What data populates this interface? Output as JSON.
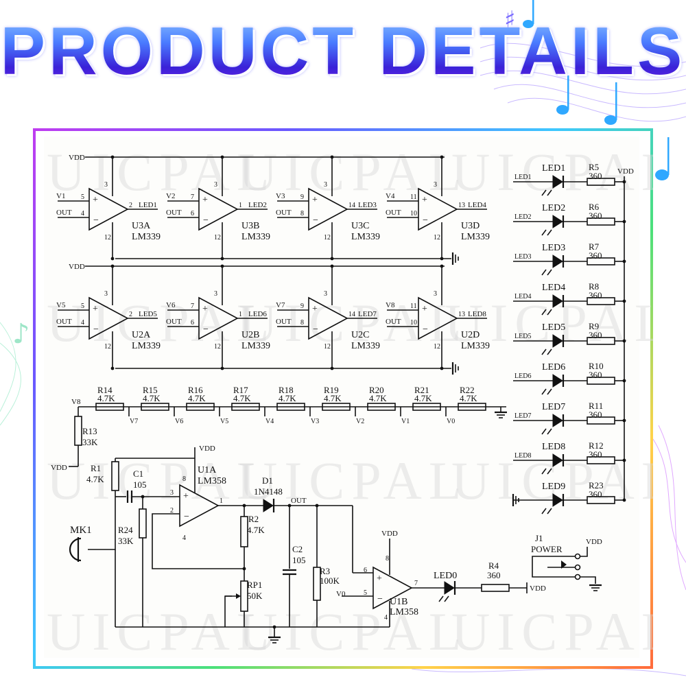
{
  "page": {
    "heading": "PRODUCT DETAILS"
  },
  "watermark": {
    "text": "UICPAL"
  },
  "colors": {
    "heading_top": "#9ad4ff",
    "heading_bottom": "#3a22d8",
    "ink": "#111111",
    "note": "#2fa8ff"
  },
  "schematic": {
    "rails": {
      "vdd": "VDD"
    },
    "comparators": [
      {
        "name": "U3A",
        "part": "LM339",
        "inp": "V1",
        "inm": "OUT",
        "pp": "5",
        "pm": "4",
        "po": "2",
        "out": "LED1",
        "pv": "3",
        "pg": "12"
      },
      {
        "name": "U3B",
        "part": "LM339",
        "inp": "V2",
        "inm": "OUT",
        "pp": "7",
        "pm": "6",
        "po": "1",
        "out": "LED2",
        "pv": "3",
        "pg": "12"
      },
      {
        "name": "U3C",
        "part": "LM339",
        "inp": "V3",
        "inm": "OUT",
        "pp": "9",
        "pm": "8",
        "po": "14",
        "out": "LED3",
        "pv": "3",
        "pg": "12"
      },
      {
        "name": "U3D",
        "part": "LM339",
        "inp": "V4",
        "inm": "OUT",
        "pp": "11",
        "pm": "10",
        "po": "13",
        "out": "LED4",
        "pv": "3",
        "pg": "12"
      },
      {
        "name": "U2A",
        "part": "LM339",
        "inp": "V5",
        "inm": "OUT",
        "pp": "5",
        "pm": "4",
        "po": "2",
        "out": "LED5",
        "pv": "3",
        "pg": "12"
      },
      {
        "name": "U2B",
        "part": "LM339",
        "inp": "V6",
        "inm": "OUT",
        "pp": "7",
        "pm": "6",
        "po": "1",
        "out": "LED6",
        "pv": "3",
        "pg": "12"
      },
      {
        "name": "U2C",
        "part": "LM339",
        "inp": "V7",
        "inm": "OUT",
        "pp": "9",
        "pm": "8",
        "po": "14",
        "out": "LED7",
        "pv": "3",
        "pg": "12"
      },
      {
        "name": "U2D",
        "part": "LM339",
        "inp": "V8",
        "inm": "OUT",
        "pp": "11",
        "pm": "10",
        "po": "13",
        "out": "LED8",
        "pv": "3",
        "pg": "12"
      }
    ],
    "ladder": {
      "start": "V8",
      "resistors": [
        {
          "name": "R14",
          "value": "4.7K"
        },
        {
          "name": "R15",
          "value": "4.7K"
        },
        {
          "name": "R16",
          "value": "4.7K"
        },
        {
          "name": "R17",
          "value": "4.7K"
        },
        {
          "name": "R18",
          "value": "4.7K"
        },
        {
          "name": "R19",
          "value": "4.7K"
        },
        {
          "name": "R20",
          "value": "4.7K"
        },
        {
          "name": "R21",
          "value": "4.7K"
        },
        {
          "name": "R22",
          "value": "4.7K"
        }
      ],
      "taps": [
        "V7",
        "V6",
        "V5",
        "V4",
        "V3",
        "V2",
        "V1",
        "V0"
      ],
      "top_resistor": {
        "name": "R13",
        "value": "33K"
      }
    },
    "led_column": [
      {
        "led": "LED1",
        "net": "LED1",
        "res": "R5",
        "value": "360"
      },
      {
        "led": "LED2",
        "net": "LED2",
        "res": "R6",
        "value": "360"
      },
      {
        "led": "LED3",
        "net": "LED3",
        "res": "R7",
        "value": "360"
      },
      {
        "led": "LED4",
        "net": "LED4",
        "res": "R8",
        "value": "360"
      },
      {
        "led": "LED5",
        "net": "LED5",
        "res": "R9",
        "value": "360"
      },
      {
        "led": "LED6",
        "net": "LED6",
        "res": "R10",
        "value": "360"
      },
      {
        "led": "LED7",
        "net": "LED7",
        "res": "R11",
        "value": "360"
      },
      {
        "led": "LED8",
        "net": "LED8",
        "res": "R12",
        "value": "360"
      },
      {
        "led": "LED9",
        "net": "",
        "res": "R23",
        "value": "360"
      }
    ],
    "amp": {
      "r1": {
        "name": "R1",
        "value": "4.7K"
      },
      "c1": {
        "name": "C1",
        "value": "105"
      },
      "r24": {
        "name": "R24",
        "value": "33K"
      },
      "mic": {
        "name": "MK1"
      },
      "u1a": {
        "name": "U1A",
        "part": "LM358",
        "p_plus": "3",
        "p_minus": "2",
        "p_out": "1",
        "p_v": "8",
        "p_g": "4"
      },
      "d1": {
        "name": "D1",
        "part": "1N4148"
      },
      "out_net": "OUT",
      "r2": {
        "name": "R2",
        "value": "4.7K"
      },
      "c2": {
        "name": "C2",
        "value": "105"
      },
      "r3": {
        "name": "R3",
        "value": "100K"
      },
      "rp1": {
        "name": "RP1",
        "value": "50K"
      },
      "u1b": {
        "name": "U1B",
        "part": "LM358",
        "p_minus": "6",
        "p_plus": "5",
        "p_out": "7",
        "p_v": "8",
        "p_g": "4",
        "ref": "V0"
      },
      "led0": {
        "name": "LED0"
      },
      "r4": {
        "name": "R4",
        "value": "360"
      },
      "j1": {
        "name": "J1",
        "label": "POWER"
      }
    }
  }
}
